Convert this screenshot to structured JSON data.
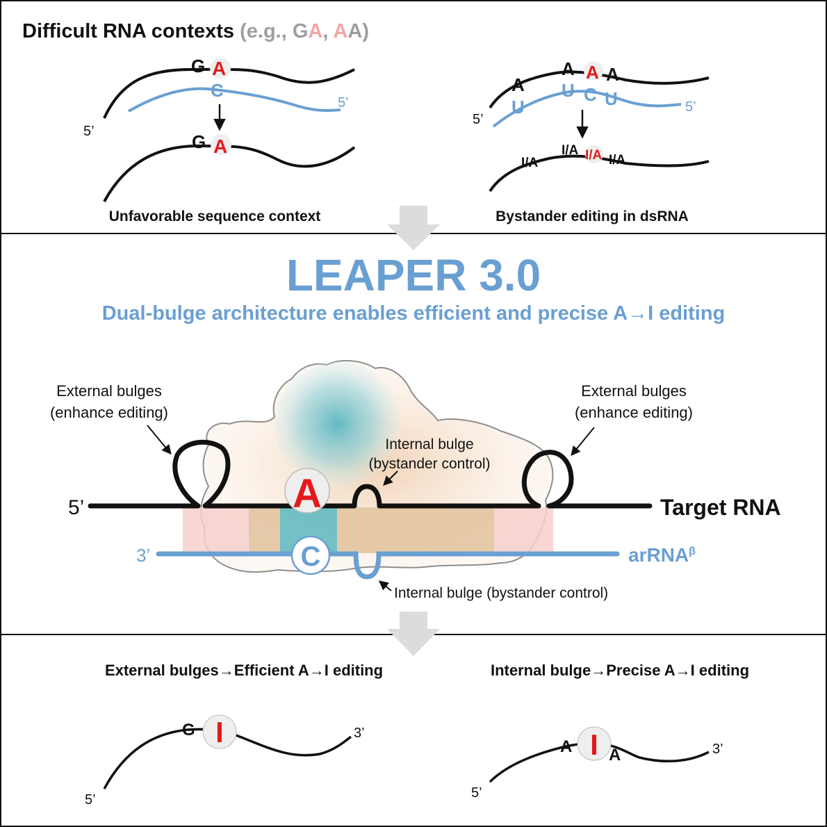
{
  "top": {
    "title_prefix": "Difficult RNA contexts ",
    "title_paren_open": "(e.g., ",
    "title_g": "G",
    "title_a1": "A",
    "title_sep": ", ",
    "title_a2": "A",
    "title_a3": "A",
    "title_paren_close": ")",
    "left": {
      "label_5prime_target": "5’",
      "label_5prime_guide": "5’",
      "nuc_g": "G",
      "nuc_a": "A",
      "nuc_c": "C",
      "nuc_g_after": "G",
      "nuc_a_after": "A",
      "caption": "Unfavorable sequence context"
    },
    "right": {
      "label_5prime_target": "5’",
      "label_5prime_guide": "5’",
      "target_nucs": [
        "A",
        "A",
        "A",
        "A"
      ],
      "guide_nucs": [
        "U",
        "U",
        "C",
        "U"
      ],
      "edited_nucs": [
        "I/A",
        "I/A",
        "I/A",
        "I/A"
      ],
      "caption": "Bystander editing in dsRNA"
    }
  },
  "middle": {
    "title": "LEAPER 3.0",
    "subtitle": "Dual-bulge architecture enables efficient and precise A→I editing",
    "ext_bulge_left_line1": "External bulges",
    "ext_bulge_left_line2": "(enhance editing)",
    "ext_bulge_right_line1": "External bulges",
    "ext_bulge_right_line2": "(enhance editing)",
    "int_bulge_top_line1": "Internal bulge",
    "int_bulge_top_line2": "(bystander control)",
    "int_bulge_bottom": "Internal bulge (bystander control)",
    "target_5prime": "5’",
    "guide_3prime": "3’",
    "target_label": "Target RNA",
    "guide_label": "arRNA",
    "guide_label_sup": "β",
    "nuc_a": "A",
    "nuc_c": "C"
  },
  "bottom": {
    "left_heading": "External bulges→Efficient A→I editing",
    "right_heading": "Internal bulge→Precise A→I editing",
    "left": {
      "label_5prime": "5’",
      "label_3prime": "3’",
      "nuc_g": "G",
      "nuc_i": "I"
    },
    "right": {
      "label_5prime": "5’",
      "label_3prime": "3’",
      "nuc_a_left": "A",
      "nuc_i": "I",
      "nuc_a_right": "A"
    }
  },
  "colors": {
    "blue": "#6a9fd2",
    "red": "#e31a1c",
    "pink": "#f4a6a6",
    "gray": "#9e9e9e",
    "arrow_gray": "#dcdcdc",
    "teal": "#5bb7be",
    "tan": "#e2c4a0",
    "pink_band": "#f6cfcb"
  }
}
